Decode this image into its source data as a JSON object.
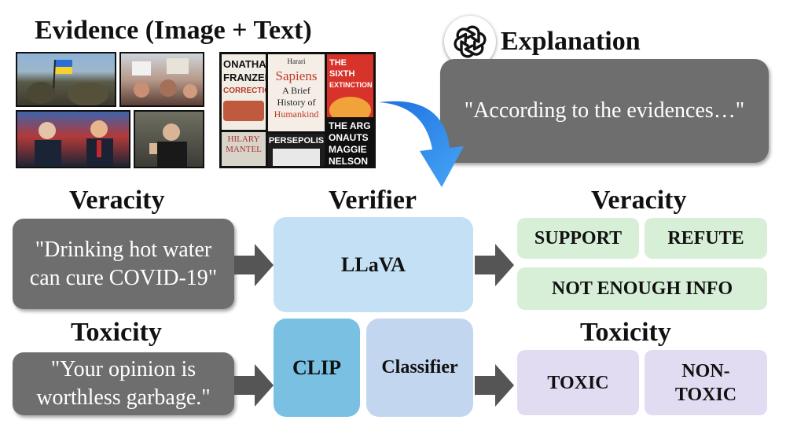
{
  "evidence": {
    "title": "Evidence (Image + Text)",
    "books": [
      {
        "lines": [
          "ONATHAN",
          "FRANZEN",
          "CORRECTIONS"
        ]
      },
      {
        "lines": [
          "Harari",
          "Sapiens",
          "A Brief",
          "History of",
          "Humankind"
        ]
      },
      {
        "lines": [
          "THE SIXTH",
          "EXTINCTION"
        ]
      },
      {
        "lines": [
          "HILARY",
          "MANTEL"
        ]
      },
      {
        "lines": [
          "PERSEPOLIS"
        ]
      },
      {
        "lines": [
          "THE ARG",
          "ONAUTS",
          "MAGGIE",
          "NELSON"
        ]
      }
    ]
  },
  "explanation": {
    "title": "Explanation",
    "text": "\"According to the evidences…\"",
    "icon": "openai-logo-icon"
  },
  "veracity_in": {
    "title": "Veracity",
    "claim_line1": "\"Drinking hot water",
    "claim_line2": "can cure COVID-19\""
  },
  "toxicity_in": {
    "title": "Toxicity",
    "claim_line1": "\"Your opinion is",
    "claim_line2": "worthless garbage.\""
  },
  "verifier": {
    "title": "Verifier",
    "llava": "LLaVA",
    "clip": "CLIP",
    "classifier": "Classifier"
  },
  "veracity_out": {
    "title": "Veracity",
    "support": "SUPPORT",
    "refute": "REFUTE",
    "nei": "NOT ENOUGH INFO"
  },
  "toxicity_out": {
    "title": "Toxicity",
    "toxic": "TOXIC",
    "non_toxic_line1": "NON-",
    "non_toxic_line2": "TOXIC"
  },
  "colors": {
    "claim_bg": "#6e6e6e",
    "llava_bg": "#c3e0f4",
    "clip_bg": "#79c0e3",
    "classifier_bg": "#c2d7ef",
    "green_label": "#d6efd6",
    "purple_label": "#e2dcf3",
    "arrow": "#555555",
    "blue_arrow": "#2f8be8"
  }
}
